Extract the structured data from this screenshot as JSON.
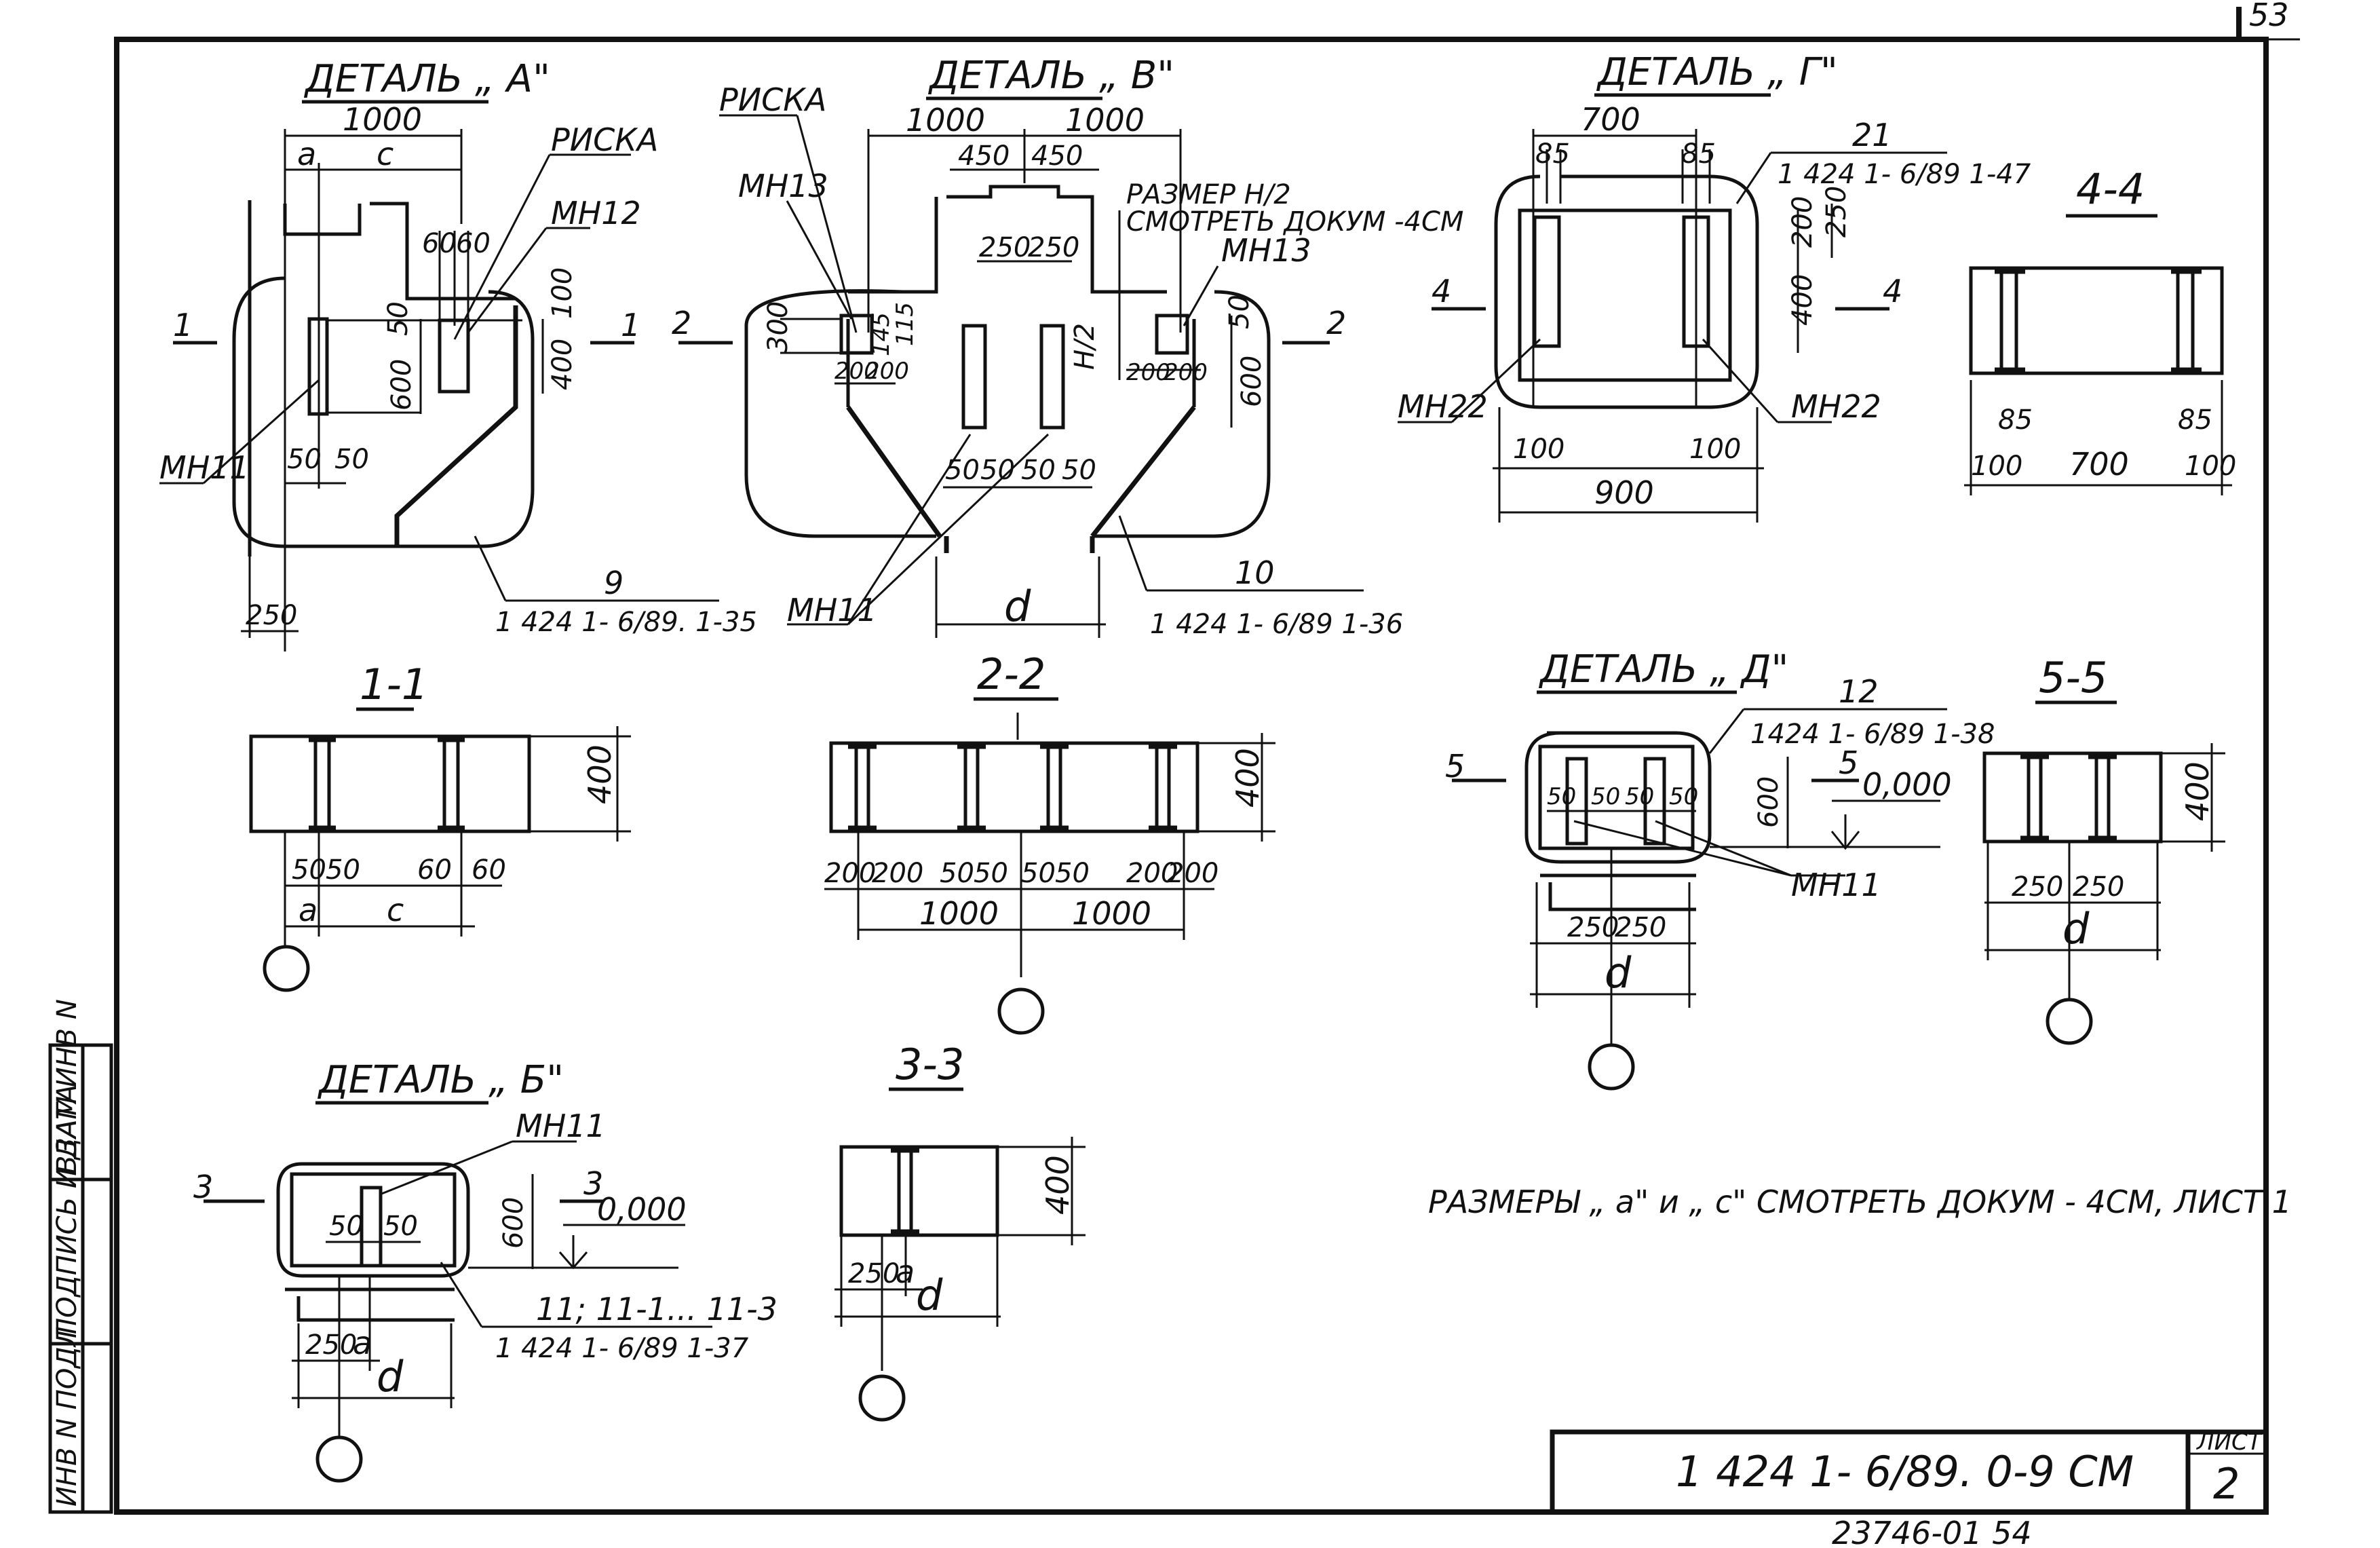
{
  "sheet": {
    "page_number": "53",
    "doc_code": "1 424 1- 6/89. 0-9 CM",
    "sheet_label": "ЛИСТ",
    "sheet_number": "2",
    "inventory": "23746-01  54",
    "note": "РАЗМЕРЫ „ a\" и „ c\" СМОТРЕТЬ ДОКУМ - 4CM, ЛИСТ 1"
  },
  "side_stamp": {
    "inv_podl": "ИНВ N ПОДЛ",
    "podpis_data": "ПОДПИСЬ И ДАТА",
    "vzam_inv": "ВЗАМ ИНВ N"
  },
  "detail_a": {
    "title": "ДЕТАЛЬ „ A\"",
    "dim_1000": "1000",
    "dim_a": "a",
    "dim_c": "c",
    "riska": "РИСКА",
    "mn12": "MH12",
    "mn11": "MH11",
    "d60a": "60",
    "d60b": "60",
    "d100": "100",
    "d50a": "50",
    "d400": "400",
    "d600": "600",
    "d50b": "50",
    "d50c": "50",
    "d250": "250",
    "sec_mark": "1",
    "pos": "9",
    "pos_doc": "1 424 1- 6/89. 1-35"
  },
  "detail_b": {
    "title": "ДЕТАЛЬ „ B\"",
    "riska": "РИСКА",
    "mn13a": "MH13",
    "mn13b": "MH13",
    "dim_1000a": "1000",
    "dim_1000b": "1000",
    "d450a": "450",
    "d450b": "450",
    "d250a": "250",
    "d250b": "250",
    "razmer_note": "РАЗМЕР H/2",
    "razmer_note2": "СМОТРЕТЬ ДОКУМ -4CM",
    "d300": "300",
    "d115": "115",
    "d145": "145",
    "d200a": "200",
    "d200b": "200",
    "d200c": "200",
    "d200d": "200",
    "h2": "H/2",
    "d50": "50",
    "d600": "600",
    "d50x": "50",
    "d50y": "50",
    "d50z": "50",
    "d50w": "50",
    "mn11": "MH11",
    "dim_d": "d",
    "sec_mark": "2",
    "pos": "10",
    "pos_doc": "1 424 1- 6/89 1-36"
  },
  "detail_g": {
    "title": "ДЕТАЛЬ „ Г\"",
    "d700": "700",
    "d85a": "85",
    "d85b": "85",
    "pos": "21",
    "pos_doc": "1 424 1- 6/89 1-47",
    "d200": "200",
    "d250": "250",
    "d400": "400",
    "sec_mark": "4",
    "mn22a": "MH22",
    "mn22b": "MH22",
    "d100a": "100",
    "d100b": "100",
    "d900": "900"
  },
  "section_44": {
    "title": "4-4",
    "d85a": "85",
    "d85b": "85",
    "d100a": "100",
    "d700": "700",
    "d100b": "100"
  },
  "section_11": {
    "title": "1-1",
    "d400": "400",
    "d50a": "50",
    "d50b": "50",
    "d60a": "60",
    "d60b": "60",
    "dim_a": "a",
    "dim_c": "c"
  },
  "section_22": {
    "title": "2-2",
    "d400": "400",
    "d200a": "200",
    "d200b": "200",
    "d50a": "50",
    "d50b": "50",
    "d50c": "50",
    "d50d": "50",
    "d200c": "200",
    "d200d": "200",
    "d1000a": "1000",
    "d1000b": "1000"
  },
  "detail_d": {
    "title": "ДЕТАЛЬ „ Д\"",
    "pos": "12",
    "pos_doc": "1424 1- 6/89 1-38",
    "sec_mark": "5",
    "d50a": "50",
    "d50b": "50",
    "d50c": "50",
    "d50d": "50",
    "d600": "600",
    "level": "0,000",
    "mn11": "MH11",
    "d250a": "250",
    "d250b": "250",
    "dim_d": "d"
  },
  "section_55": {
    "title": "5-5",
    "d400": "400",
    "d250a": "250",
    "d250b": "250",
    "dim_d": "d"
  },
  "detail_bb": {
    "title": "ДЕТАЛЬ „ Б\"",
    "mn11": "MH11",
    "sec_mark": "3",
    "d50a": "50",
    "d50b": "50",
    "d600": "600",
    "level": "0,000",
    "pos": "11; 11-1... 11-3",
    "pos_doc": "1 424 1- 6/89 1-37",
    "d250": "250",
    "dim_a": "a",
    "dim_d": "d"
  },
  "section_33": {
    "title": "3-3",
    "d400": "400",
    "d250": "250",
    "dim_a": "a",
    "dim_d": "d"
  }
}
